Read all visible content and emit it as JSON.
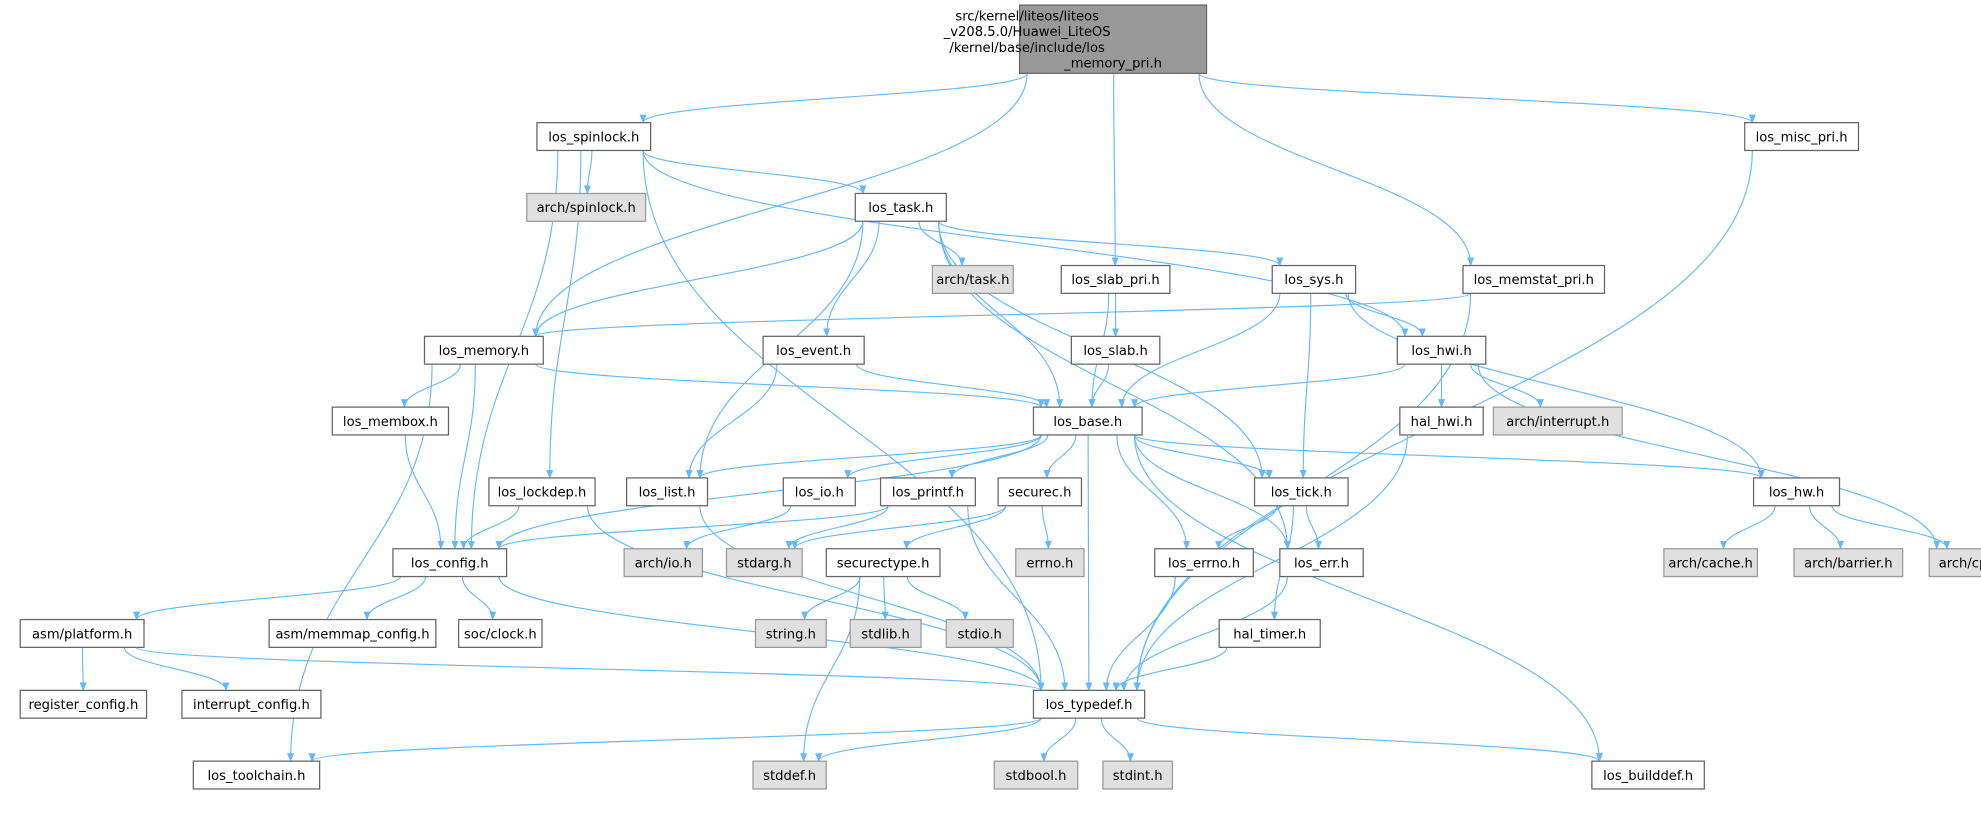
{
  "colors": {
    "edge": "#63b8ff",
    "external_fill": "#e0e0e0",
    "root_fill": "#999999",
    "node_border": "#666666"
  },
  "nodes": [
    {
      "id": "root",
      "lines": [
        "src/kernel/liteos/liteos",
        "_v208.5.0/Huawei_LiteOS",
        "/kernel/base/include/los",
        "_memory_pri.h"
      ],
      "kind": "root"
    },
    {
      "id": "los_spinlock",
      "lines": [
        "los_spinlock.h"
      ],
      "kind": "file"
    },
    {
      "id": "los_misc_pri",
      "lines": [
        "los_misc_pri.h"
      ],
      "kind": "file"
    },
    {
      "id": "arch_spinlock",
      "lines": [
        "arch/spinlock.h"
      ],
      "kind": "external"
    },
    {
      "id": "los_task",
      "lines": [
        "los_task.h"
      ],
      "kind": "file"
    },
    {
      "id": "arch_task",
      "lines": [
        "arch/task.h"
      ],
      "kind": "external"
    },
    {
      "id": "los_slab_pri",
      "lines": [
        "los_slab_pri.h"
      ],
      "kind": "file"
    },
    {
      "id": "los_sys",
      "lines": [
        "los_sys.h"
      ],
      "kind": "file"
    },
    {
      "id": "los_memstat_pri",
      "lines": [
        "los_memstat_pri.h"
      ],
      "kind": "file"
    },
    {
      "id": "los_memory",
      "lines": [
        "los_memory.h"
      ],
      "kind": "file"
    },
    {
      "id": "los_event",
      "lines": [
        "los_event.h"
      ],
      "kind": "file"
    },
    {
      "id": "los_slab",
      "lines": [
        "los_slab.h"
      ],
      "kind": "file"
    },
    {
      "id": "los_hwi",
      "lines": [
        "los_hwi.h"
      ],
      "kind": "file"
    },
    {
      "id": "los_membox",
      "lines": [
        "los_membox.h"
      ],
      "kind": "file"
    },
    {
      "id": "los_base",
      "lines": [
        "los_base.h"
      ],
      "kind": "file"
    },
    {
      "id": "hal_hwi",
      "lines": [
        "hal_hwi.h"
      ],
      "kind": "file"
    },
    {
      "id": "arch_interrupt",
      "lines": [
        "arch/interrupt.h"
      ],
      "kind": "external"
    },
    {
      "id": "los_lockdep",
      "lines": [
        "los_lockdep.h"
      ],
      "kind": "file"
    },
    {
      "id": "los_list",
      "lines": [
        "los_list.h"
      ],
      "kind": "file"
    },
    {
      "id": "los_io",
      "lines": [
        "los_io.h"
      ],
      "kind": "file"
    },
    {
      "id": "los_printf",
      "lines": [
        "los_printf.h"
      ],
      "kind": "file"
    },
    {
      "id": "securec",
      "lines": [
        "securec.h"
      ],
      "kind": "file"
    },
    {
      "id": "los_tick",
      "lines": [
        "los_tick.h"
      ],
      "kind": "file"
    },
    {
      "id": "los_hw",
      "lines": [
        "los_hw.h"
      ],
      "kind": "file"
    },
    {
      "id": "los_config",
      "lines": [
        "los_config.h"
      ],
      "kind": "file"
    },
    {
      "id": "arch_io",
      "lines": [
        "arch/io.h"
      ],
      "kind": "external"
    },
    {
      "id": "stdarg",
      "lines": [
        "stdarg.h"
      ],
      "kind": "external"
    },
    {
      "id": "securetype",
      "lines": [
        "securectype.h"
      ],
      "kind": "file"
    },
    {
      "id": "errno",
      "lines": [
        "errno.h"
      ],
      "kind": "external"
    },
    {
      "id": "los_errno",
      "lines": [
        "los_errno.h"
      ],
      "kind": "file"
    },
    {
      "id": "los_err",
      "lines": [
        "los_err.h"
      ],
      "kind": "file"
    },
    {
      "id": "arch_cache",
      "lines": [
        "arch/cache.h"
      ],
      "kind": "external"
    },
    {
      "id": "arch_barrier",
      "lines": [
        "arch/barrier.h"
      ],
      "kind": "external"
    },
    {
      "id": "arch_cpu",
      "lines": [
        "arch/cpu.h"
      ],
      "kind": "external"
    },
    {
      "id": "asm_platform",
      "lines": [
        "asm/platform.h"
      ],
      "kind": "file"
    },
    {
      "id": "asm_memmap",
      "lines": [
        "asm/memmap_config.h"
      ],
      "kind": "file"
    },
    {
      "id": "soc_clock",
      "lines": [
        "soc/clock.h"
      ],
      "kind": "file"
    },
    {
      "id": "string",
      "lines": [
        "string.h"
      ],
      "kind": "external"
    },
    {
      "id": "stdlib",
      "lines": [
        "stdlib.h"
      ],
      "kind": "external"
    },
    {
      "id": "stdio",
      "lines": [
        "stdio.h"
      ],
      "kind": "external"
    },
    {
      "id": "hal_timer",
      "lines": [
        "hal_timer.h"
      ],
      "kind": "file"
    },
    {
      "id": "register_config",
      "lines": [
        "register_config.h"
      ],
      "kind": "file"
    },
    {
      "id": "interrupt_config",
      "lines": [
        "interrupt_config.h"
      ],
      "kind": "file"
    },
    {
      "id": "los_typedef",
      "lines": [
        "los_typedef.h"
      ],
      "kind": "file"
    },
    {
      "id": "los_toolchain",
      "lines": [
        "los_toolchain.h"
      ],
      "kind": "file"
    },
    {
      "id": "stddef",
      "lines": [
        "stddef.h"
      ],
      "kind": "external"
    },
    {
      "id": "stdbool",
      "lines": [
        "stdbool.h"
      ],
      "kind": "external"
    },
    {
      "id": "stdint",
      "lines": [
        "stdint.h"
      ],
      "kind": "external"
    },
    {
      "id": "los_builddef",
      "lines": [
        "los_builddef.h"
      ],
      "kind": "file"
    }
  ],
  "edges": [
    [
      "root",
      "los_spinlock"
    ],
    [
      "root",
      "los_memory"
    ],
    [
      "root",
      "los_slab_pri"
    ],
    [
      "root",
      "los_memstat_pri"
    ],
    [
      "root",
      "los_misc_pri"
    ],
    [
      "los_spinlock",
      "arch_spinlock"
    ],
    [
      "los_spinlock",
      "los_task"
    ],
    [
      "los_spinlock",
      "los_hwi"
    ],
    [
      "los_spinlock",
      "los_lockdep"
    ],
    [
      "los_spinlock",
      "los_config"
    ],
    [
      "los_spinlock",
      "los_typedef"
    ],
    [
      "los_misc_pri",
      "los_typedef"
    ],
    [
      "los_task",
      "arch_task"
    ],
    [
      "los_task",
      "los_memory"
    ],
    [
      "los_task",
      "los_list"
    ],
    [
      "los_task",
      "los_event"
    ],
    [
      "los_task",
      "los_base"
    ],
    [
      "los_task",
      "los_sys"
    ],
    [
      "los_task",
      "los_tick"
    ],
    [
      "los_task",
      "los_err"
    ],
    [
      "los_slab_pri",
      "los_slab"
    ],
    [
      "los_slab_pri",
      "los_base"
    ],
    [
      "los_sys",
      "los_base"
    ],
    [
      "los_sys",
      "los_hwi"
    ],
    [
      "los_sys",
      "los_tick"
    ],
    [
      "los_sys",
      "los_hw"
    ],
    [
      "los_memstat_pri",
      "los_memory"
    ],
    [
      "los_memstat_pri",
      "los_typedef"
    ],
    [
      "los_memory",
      "los_membox"
    ],
    [
      "los_memory",
      "los_config"
    ],
    [
      "los_memory",
      "los_base"
    ],
    [
      "los_memory",
      "los_toolchain"
    ],
    [
      "los_event",
      "los_list"
    ],
    [
      "los_event",
      "los_base"
    ],
    [
      "los_slab",
      "los_base"
    ],
    [
      "los_hwi",
      "los_base"
    ],
    [
      "los_hwi",
      "hal_hwi"
    ],
    [
      "los_hwi",
      "arch_interrupt"
    ],
    [
      "los_hwi",
      "arch_cpu"
    ],
    [
      "los_membox",
      "los_config"
    ],
    [
      "los_base",
      "los_list"
    ],
    [
      "los_base",
      "los_config"
    ],
    [
      "los_base",
      "los_io"
    ],
    [
      "los_base",
      "los_printf"
    ],
    [
      "los_base",
      "securec"
    ],
    [
      "los_base",
      "los_tick"
    ],
    [
      "los_base",
      "los_hw"
    ],
    [
      "los_base",
      "los_errno"
    ],
    [
      "los_base",
      "los_err"
    ],
    [
      "los_base",
      "los_typedef"
    ],
    [
      "los_base",
      "los_builddef"
    ],
    [
      "hal_hwi",
      "los_typedef"
    ],
    [
      "los_lockdep",
      "los_config"
    ],
    [
      "los_lockdep",
      "los_typedef"
    ],
    [
      "los_list",
      "los_typedef"
    ],
    [
      "los_io",
      "arch_io"
    ],
    [
      "los_printf",
      "los_config"
    ],
    [
      "los_printf",
      "stdarg"
    ],
    [
      "los_printf",
      "los_typedef"
    ],
    [
      "securec",
      "stdarg"
    ],
    [
      "securec",
      "securetype"
    ],
    [
      "securec",
      "errno"
    ],
    [
      "los_tick",
      "los_errno"
    ],
    [
      "los_tick",
      "los_err"
    ],
    [
      "los_tick",
      "hal_timer"
    ],
    [
      "los_hw",
      "arch_cache"
    ],
    [
      "los_hw",
      "arch_barrier"
    ],
    [
      "los_hw",
      "arch_cpu"
    ],
    [
      "los_config",
      "asm_platform"
    ],
    [
      "los_config",
      "asm_memmap"
    ],
    [
      "los_config",
      "soc_clock"
    ],
    [
      "los_config",
      "los_typedef"
    ],
    [
      "securetype",
      "string"
    ],
    [
      "securetype",
      "stdlib"
    ],
    [
      "securetype",
      "stdio"
    ],
    [
      "securetype",
      "stddef"
    ],
    [
      "los_errno",
      "los_typedef"
    ],
    [
      "los_err",
      "los_typedef"
    ],
    [
      "asm_platform",
      "register_config"
    ],
    [
      "asm_platform",
      "interrupt_config"
    ],
    [
      "asm_platform",
      "los_typedef"
    ],
    [
      "hal_timer",
      "los_typedef"
    ],
    [
      "los_typedef",
      "los_toolchain"
    ],
    [
      "los_typedef",
      "stddef"
    ],
    [
      "los_typedef",
      "stdbool"
    ],
    [
      "los_typedef",
      "stdint"
    ],
    [
      "los_typedef",
      "los_builddef"
    ]
  ]
}
